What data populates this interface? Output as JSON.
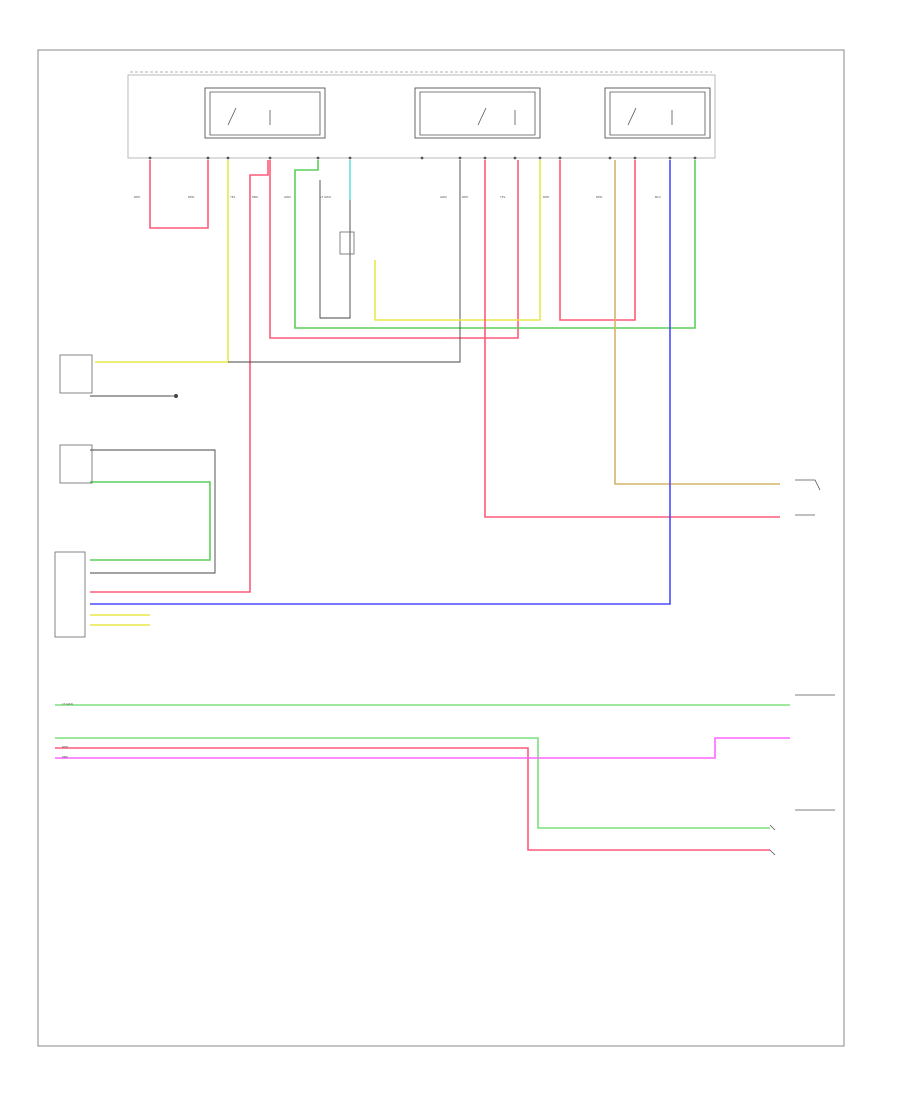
{
  "colors": {
    "red": "#ff5a78",
    "yellow": "#e8e84a",
    "green": "#5ad05a",
    "light_green": "#7be07b",
    "blue": "#4a4aff",
    "pink": "#ff66ff",
    "cyan": "#66e0e0",
    "tan": "#d6b46a",
    "gray": "#444444"
  },
  "relays": {
    "r1": "",
    "r2": "",
    "r3": ""
  },
  "wires": {
    "w1": "RED",
    "w2": "RED",
    "w3": "YEL",
    "w4": "PNK",
    "w5": "GRN",
    "w6": "LT GRN",
    "w7": "GRN",
    "w8": "RED",
    "w9": "YEL",
    "w10": "RED",
    "w11": "RED",
    "w12": "BLU",
    "w13": "LT GRN",
    "w14": "RED",
    "w15": "PNK"
  },
  "components": {
    "c1": "",
    "c2": "",
    "c3": "",
    "c4": "",
    "c5": "",
    "c6": "",
    "c7": ""
  },
  "footer": ""
}
